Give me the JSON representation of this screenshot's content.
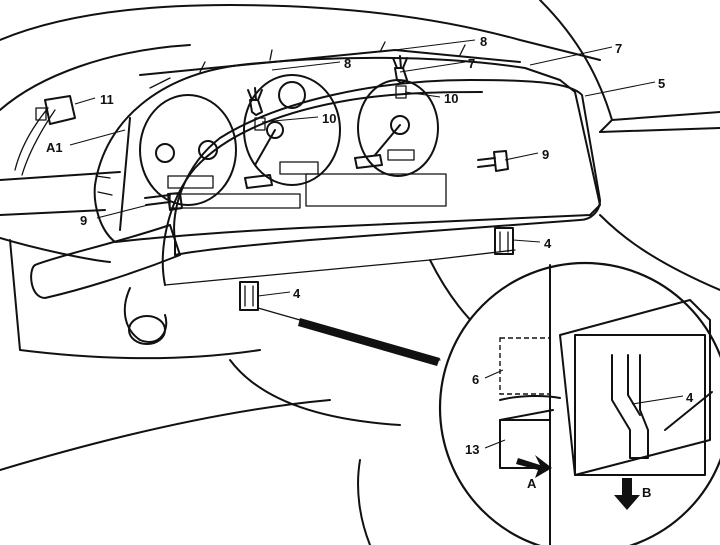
{
  "diagram": {
    "callouts": [
      {
        "id": "c8a",
        "text": "8"
      },
      {
        "id": "c8b",
        "text": "8"
      },
      {
        "id": "c7a",
        "text": "7"
      },
      {
        "id": "c7b",
        "text": "7"
      },
      {
        "id": "c5",
        "text": "5"
      },
      {
        "id": "c11",
        "text": "11"
      },
      {
        "id": "cA1",
        "text": "A1"
      },
      {
        "id": "c10a",
        "text": "10"
      },
      {
        "id": "c10b",
        "text": "10"
      },
      {
        "id": "c9a",
        "text": "9"
      },
      {
        "id": "c9b",
        "text": "9"
      },
      {
        "id": "c4a",
        "text": "4"
      },
      {
        "id": "c4b",
        "text": "4"
      },
      {
        "id": "c6",
        "text": "6"
      },
      {
        "id": "c4c",
        "text": "4"
      },
      {
        "id": "c13",
        "text": "13"
      },
      {
        "id": "cA",
        "text": "A"
      },
      {
        "id": "cB",
        "text": "B"
      }
    ]
  }
}
